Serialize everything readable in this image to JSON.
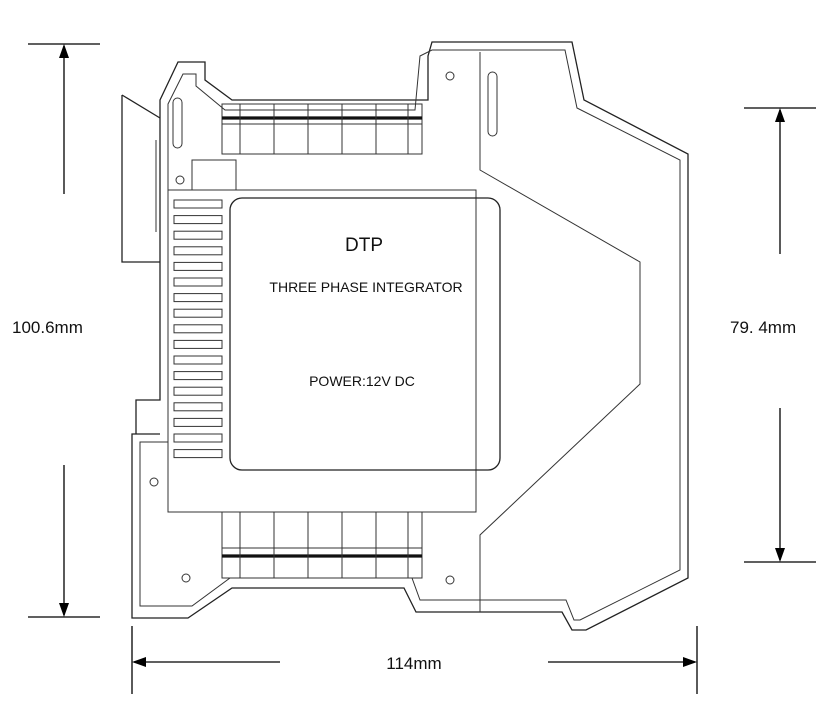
{
  "device": {
    "model": "DTP",
    "description": "THREE PHASE INTEGRATOR",
    "power": "POWER:12V DC"
  },
  "dimensions": {
    "total_height": "100.6mm",
    "body_height": "79. 4mm",
    "width": "114mm"
  },
  "colors": {
    "line": "#222222",
    "background": "#ffffff"
  }
}
